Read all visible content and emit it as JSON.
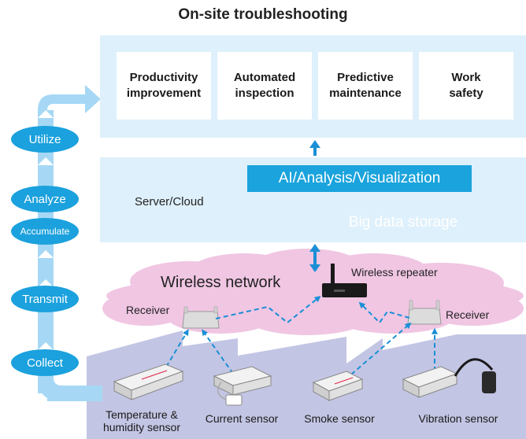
{
  "title": "On-site troubleshooting",
  "onsite_items": [
    "Productivity\nimprovement",
    "Automated\ninspection",
    "Predictive\nmaintenance",
    "Work\nsafety"
  ],
  "server": {
    "label": "Server/Cloud",
    "analysis": "AI/Analysis/Visualization",
    "storage": "Big data storage"
  },
  "network": {
    "label": "Wireless network",
    "repeater": "Wireless repeater",
    "receiver_left": "Receiver",
    "receiver_right": "Receiver"
  },
  "sensors": [
    "Temperature &\nhumidity sensor",
    "Current sensor",
    "Smoke sensor",
    "Vibration sensor"
  ],
  "steps": [
    "Utilize",
    "Analyze",
    "Accumulate",
    "Transmit",
    "Collect"
  ],
  "colors": {
    "panel": "#def0fb",
    "accent": "#1ba1dd",
    "arrow": "#a6d8f5",
    "cloud": "#f0c6e3",
    "floor": "#c3c5e4"
  }
}
